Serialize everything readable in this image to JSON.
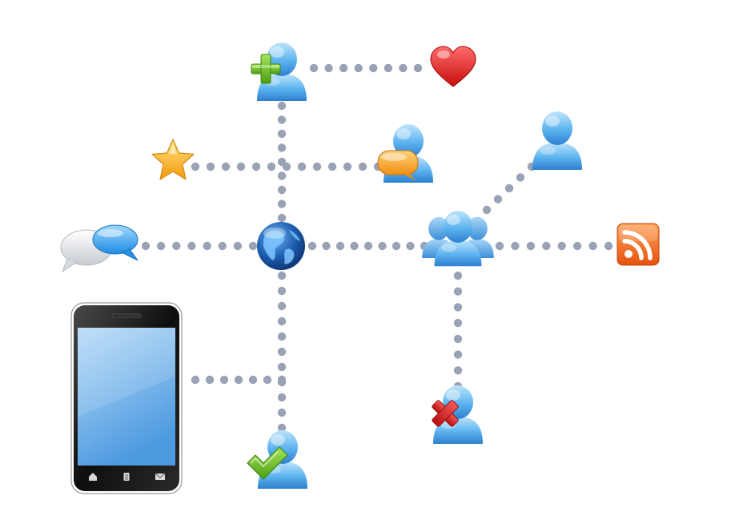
{
  "scene": {
    "background": "#ffffff",
    "connector_color": "#9aa3b5"
  },
  "icons": [
    {
      "id": "hub-globe",
      "name": "globe-icon",
      "color": "#1d5fb0"
    },
    {
      "id": "add-user",
      "name": "add-user-icon",
      "color": "#5bb3ef",
      "badge_color": "#66bb22"
    },
    {
      "id": "favorite",
      "name": "heart-icon",
      "color": "#e01a1a"
    },
    {
      "id": "star",
      "name": "star-icon",
      "color": "#f7b21c"
    },
    {
      "id": "chat-user",
      "name": "chat-user-icon",
      "color": "#5bb3ef",
      "badge_color": "#f6a21c"
    },
    {
      "id": "single-user",
      "name": "user-icon",
      "color": "#5bb3ef"
    },
    {
      "id": "speech-bubbles",
      "name": "speech-bubbles-icon",
      "color": "#38a3ee"
    },
    {
      "id": "group",
      "name": "user-group-icon",
      "color": "#5bb3ef"
    },
    {
      "id": "rss",
      "name": "rss-feed-icon",
      "color": "#f26a1b"
    },
    {
      "id": "remove-user",
      "name": "remove-user-icon",
      "color": "#5bb3ef",
      "badge_color": "#d42020"
    },
    {
      "id": "approved-user",
      "name": "approved-user-icon",
      "color": "#5bb3ef",
      "badge_color": "#5fb91e"
    },
    {
      "id": "phone",
      "name": "smartphone-icon",
      "color": "#1a1a1a",
      "screen_color": "#7fbbe8"
    }
  ],
  "phone_buttons": [
    {
      "name": "home-icon"
    },
    {
      "name": "menu-icon"
    },
    {
      "name": "mail-icon"
    }
  ]
}
